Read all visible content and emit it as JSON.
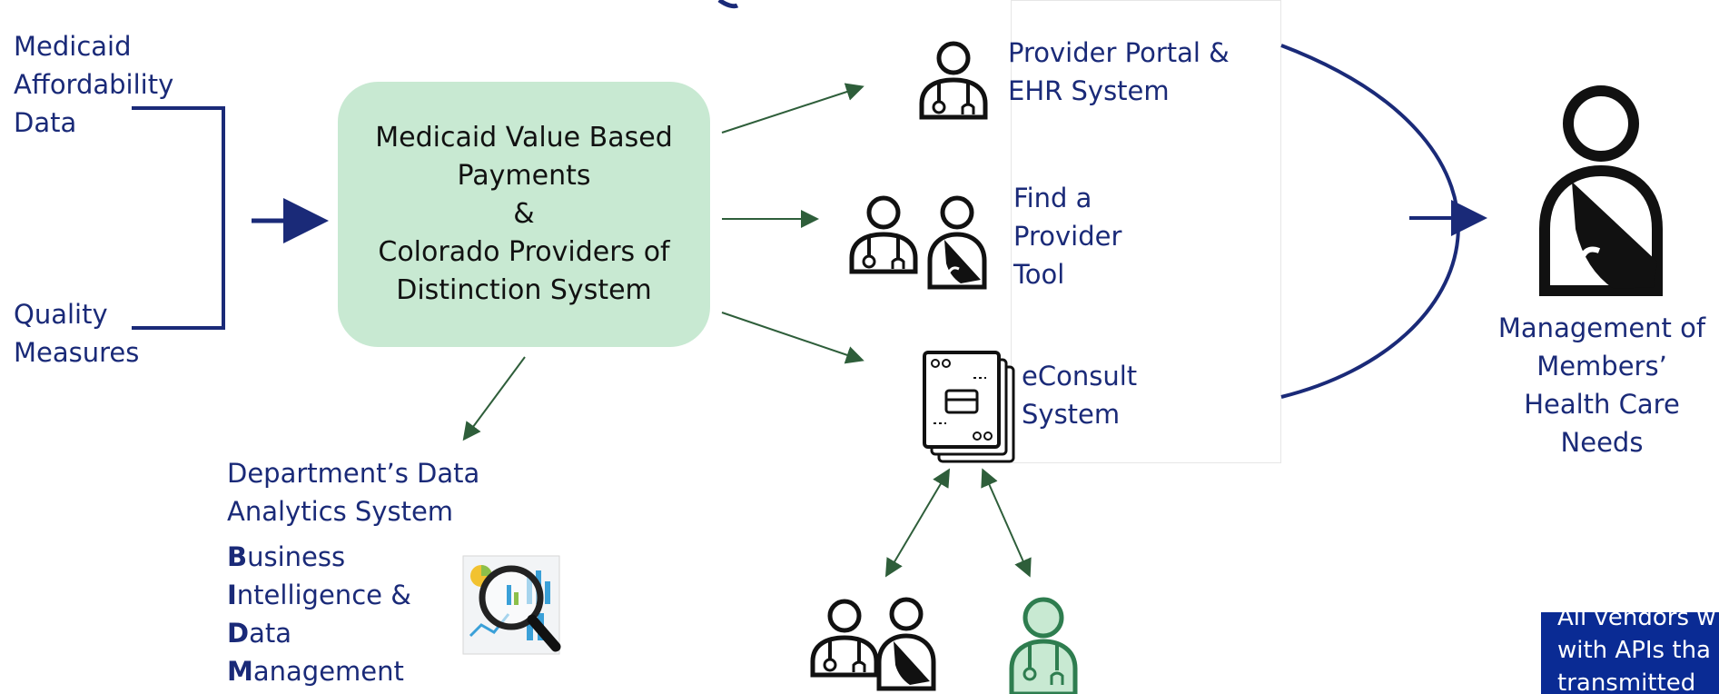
{
  "inputs": {
    "medicaid_lines": [
      "Medicaid",
      "Affordability",
      "Data"
    ],
    "quality_lines": [
      "Quality",
      "Measures"
    ]
  },
  "core_system": {
    "lines": [
      "Medicaid Value Based",
      "Payments",
      "&",
      "Colorado Providers of",
      "Distinction System"
    ]
  },
  "analytics": {
    "title_lines": [
      "Department’s Data",
      "Analytics System"
    ],
    "bi_lines": [
      {
        "initial": "B",
        "rest": "usiness"
      },
      {
        "initial": "I",
        "rest": "ntelligence &"
      },
      {
        "initial": "D",
        "rest": "ata"
      },
      {
        "initial": "M",
        "rest": "anagement"
      }
    ]
  },
  "outputs": {
    "provider_portal_lines": [
      "Provider Portal &",
      "EHR System"
    ],
    "find_provider_lines": [
      "Find a",
      "Provider",
      "Tool"
    ],
    "econsult_lines": [
      "eConsult",
      "System"
    ]
  },
  "management": {
    "lines": [
      "Management of",
      "Members’",
      "Health Care",
      "Needs"
    ]
  },
  "callout": {
    "lines": [
      "All vendors w",
      "with APIs tha",
      "transmitted"
    ]
  },
  "colors": {
    "navy": "#1a2a78",
    "box_green": "#c8e9d2",
    "arrow_green": "#2e5e3a",
    "callout_blue": "#0a2b94",
    "icon_black": "#111111",
    "light_green_icon": "#c8e9d2"
  }
}
